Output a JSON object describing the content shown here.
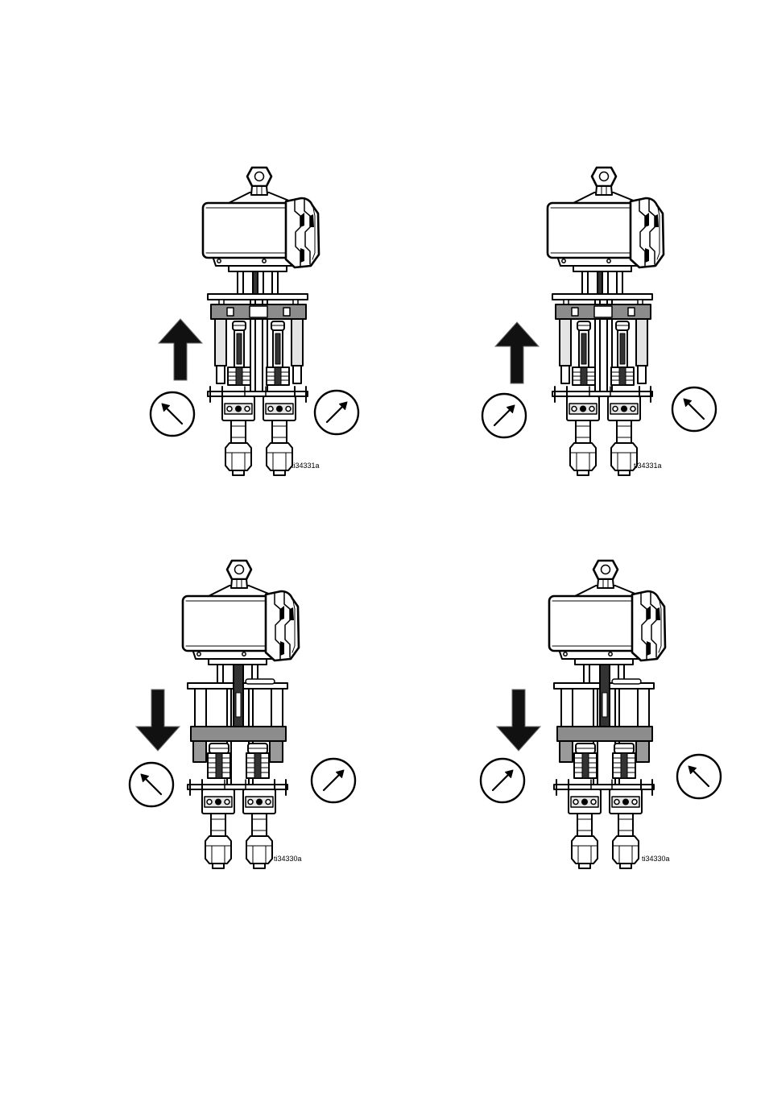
{
  "figures": [
    {
      "label": "ti34331a",
      "assembly_icon": "pump-raised-icon",
      "arrow_icon": "arrow-up-icon",
      "gauge_icons": [
        "gauge-up-left-icon",
        "gauge-up-right-icon"
      ]
    },
    {
      "label": "ti34331a",
      "assembly_icon": "pump-raised-icon",
      "arrow_icon": "arrow-up-icon",
      "gauge_icons": [
        "gauge-up-right-icon",
        "gauge-up-left-icon"
      ]
    },
    {
      "label": "ti34330a",
      "assembly_icon": "pump-lowered-icon",
      "arrow_icon": "arrow-down-icon",
      "gauge_icons": [
        "gauge-up-left-icon",
        "gauge-up-right-icon"
      ]
    },
    {
      "label": "ti34330a",
      "assembly_icon": "pump-lowered-icon",
      "arrow_icon": "arrow-down-icon",
      "gauge_icons": [
        "gauge-up-right-icon",
        "gauge-up-left-icon"
      ]
    }
  ],
  "colors": {
    "line": "#000000",
    "block": "#8c8c8c",
    "arrow": "#111111"
  }
}
